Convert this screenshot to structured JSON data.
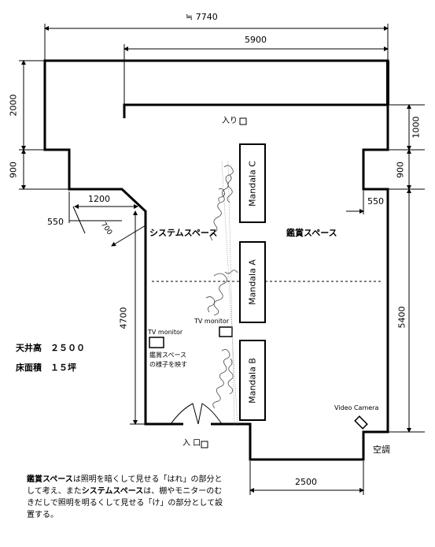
{
  "dimensions": {
    "total_width": "≒ 7740",
    "upper_width": "5900",
    "left_upper_height": "2000",
    "left_notch": "900",
    "diag_top": "1200",
    "left_step": "550",
    "diag": "700",
    "left_lower": "4700",
    "right_top": "1000",
    "right_notch": "900",
    "right_step": "550",
    "right_lower": "5400",
    "bottom_width": "2500"
  },
  "labels": {
    "entrance_top": "入り",
    "entrance_bottom": "入 口",
    "system_space": "システムスペース",
    "viewing_space": "鑑賞スペース",
    "tv_monitor_left": "TV monitor",
    "tv_monitor_center": "TV monitor",
    "tv_caption_line1": "鑑賞スペース",
    "tv_caption_line2": "の様子を映す",
    "video_camera": "Video Camera",
    "aircon": "空調",
    "ceiling_height": "天井高　２５００",
    "floor_area": "床面積　１５坪"
  },
  "mandalas": {
    "c": "Mandala C",
    "a": "Mandala A",
    "b": "Mandala B"
  },
  "note": {
    "part1_bold": "鑑賞スペース",
    "part2": "は照明を暗くして見せる「はれ」の部分として考え、また",
    "part3_bold": "システムスペース",
    "part4": "は、棚やモニターのむきだしで照明を明るくして見せる「け」の部分として設置する。"
  }
}
